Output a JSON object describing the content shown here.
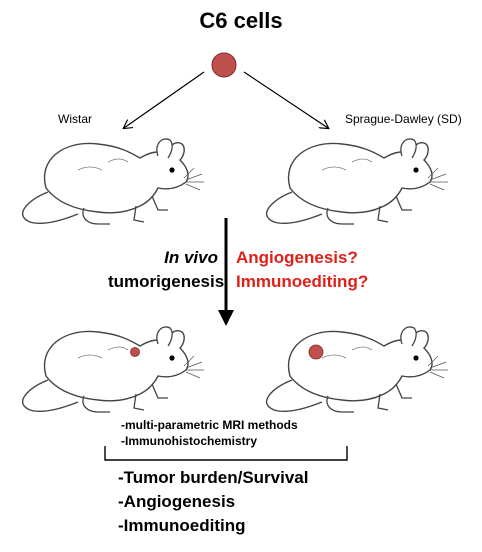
{
  "title": "C6 cells",
  "strains": {
    "left": "Wistar",
    "right": "Sprague-Dawley (SD)"
  },
  "process": {
    "line1": "In vivo",
    "line2": "tumorigenesis"
  },
  "questions": [
    "Angiogenesis?",
    "Immunoediting?"
  ],
  "methods": [
    "-multi-parametric MRI methods",
    "-Immunohistochemistry"
  ],
  "outcomes": [
    "-Tumor burden/Survival",
    "-Angiogenesis",
    "-Immunoediting"
  ],
  "colors": {
    "cell": "#c0504d",
    "question_text": "#e0211a",
    "tumor_left": "#c0504d",
    "tumor_right": "#c0504d"
  }
}
